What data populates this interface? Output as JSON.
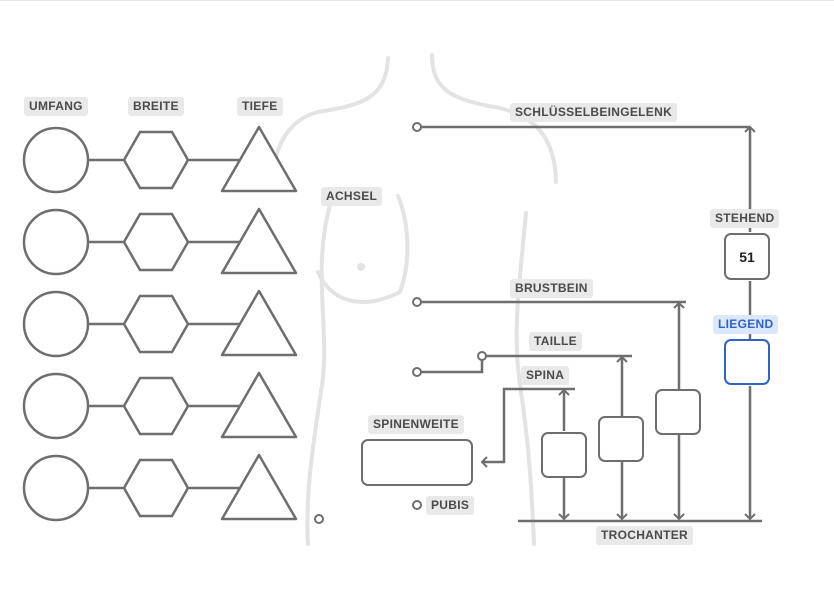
{
  "columns": {
    "umfang": "UMFANG",
    "breite": "BREITE",
    "tiefe": "TIEFE"
  },
  "rows": 5,
  "labels": {
    "schluesselbeingelenk": "SCHLÜSSELBEINGELENK",
    "achsel": "ACHSEL",
    "brustbein": "BRUSTBEIN",
    "taille": "TAILLE",
    "spina": "SPINA",
    "spinenweite": "SPINENWEITE",
    "pubis": "PUBIS",
    "trochanter": "TROCHANTER",
    "stehend": "STEHEND",
    "liegend": "LIEGEND"
  },
  "values": {
    "stehend": "51",
    "liegend": "",
    "spinenweite": "",
    "spina_trochanter": "",
    "taille_trochanter": "",
    "brustbein_trochanter": ""
  },
  "colors": {
    "stroke": "#6e6e6e",
    "body_outline": "#e3e3e3",
    "label_bg": "#e9e9e9",
    "active": "#2f63c9",
    "active_bg": "#dde7fb"
  }
}
